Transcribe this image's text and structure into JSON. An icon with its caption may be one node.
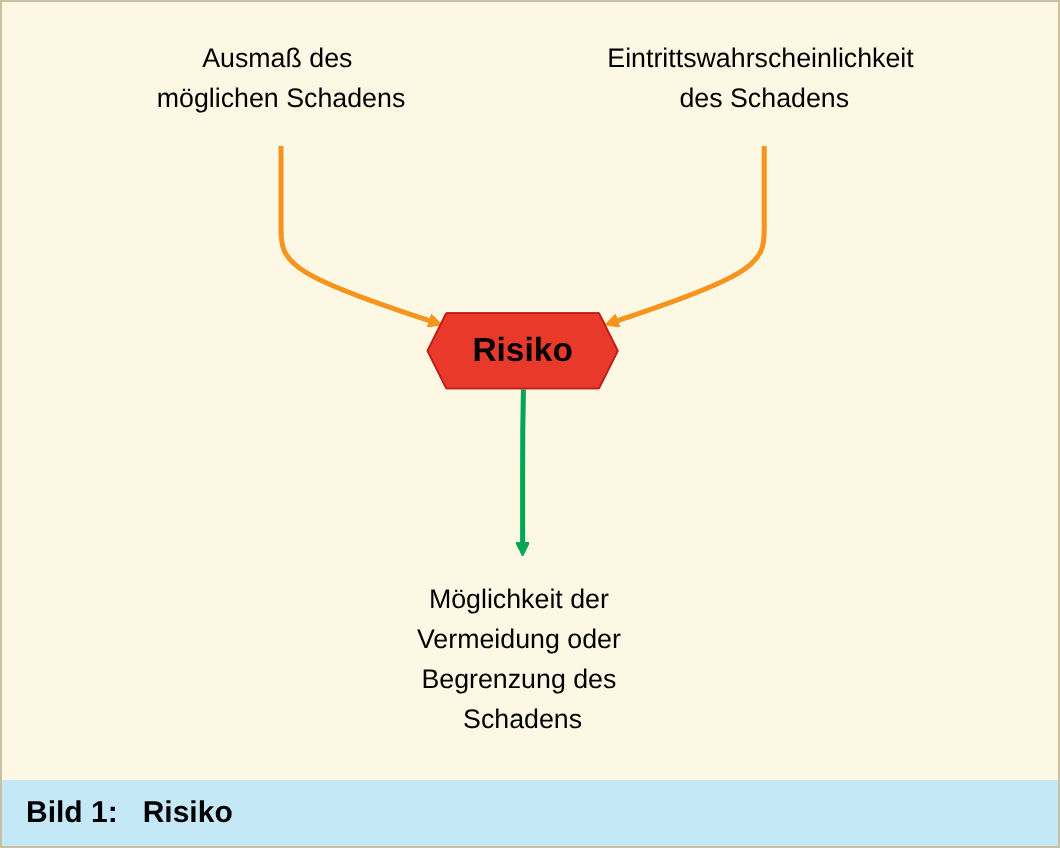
{
  "diagram": {
    "caption": "Bild 1:   Risiko",
    "nodes": [
      {
        "text": [
          "Risiko"
        ]
      },
      {
        "text": [
          "Ausmaß des möglichen Schadens"
        ]
      },
      {
        "text": [
          "Eintrittswahrscheinlichkeit des Schadens"
        ]
      },
      {
        "text": [
          "Möglichkeit der Vermeidung oder Begrenzung des Schadens"
        ]
      }
    ],
    "edges": [
      {
        "from": 1,
        "to": 0,
        "arrow": "to",
        "color": "#f7941d"
      },
      {
        "from": 2,
        "to": 0,
        "arrow": "to",
        "color": "#f7941d"
      },
      {
        "from": 0,
        "to": 3,
        "arrow": "to",
        "color": "#00a651"
      }
    ]
  }
}
